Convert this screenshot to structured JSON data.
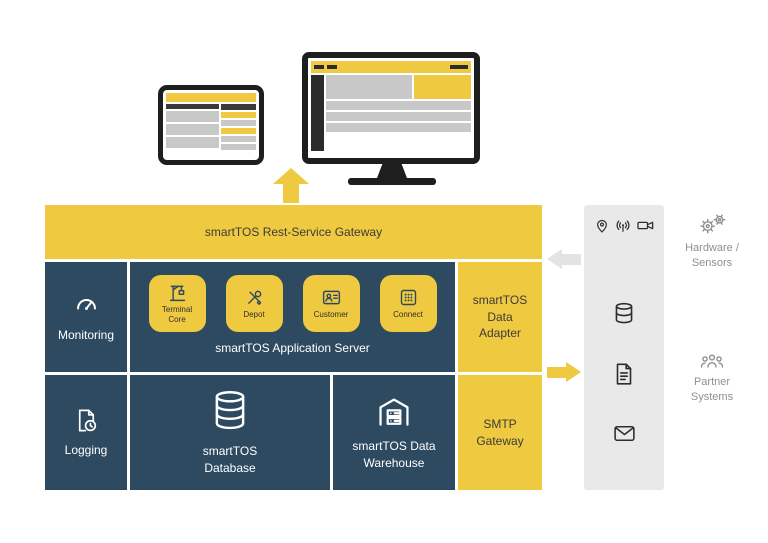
{
  "title": "smartTOS architecture diagram",
  "colors": {
    "accent_yellow": "#EFC93F",
    "dark_blue": "#2E4A60",
    "panel_gray": "#E9E9E9",
    "muted_text": "#8F8F8F"
  },
  "gateway": {
    "label": "smartTOS Rest-Service Gateway"
  },
  "left_column": {
    "monitoring_label": "Monitoring",
    "logging_label": "Logging"
  },
  "app_server": {
    "label": "smartTOS Application Server",
    "modules": [
      {
        "label": "Terminal Core",
        "icon": "crane-icon"
      },
      {
        "label": "Depot",
        "icon": "tools-icon"
      },
      {
        "label": "Customer",
        "icon": "customer-card-icon"
      },
      {
        "label": "Connect",
        "icon": "keypad-icon"
      }
    ]
  },
  "storage": {
    "database_label": "smartTOS Database",
    "warehouse_label": "smartTOS Data Warehouse"
  },
  "right_column": {
    "adapter_label": "smartTOS Data Adapter",
    "smtp_label": "SMTP Gateway"
  },
  "external": {
    "hardware_sensors_label": "Hardware / Sensors",
    "partner_systems_label": "Partner Systems",
    "panel_icons": [
      "location-pin-icon",
      "broadcast-icon",
      "camera-icon",
      "database-icon",
      "document-icon",
      "envelope-icon"
    ]
  }
}
